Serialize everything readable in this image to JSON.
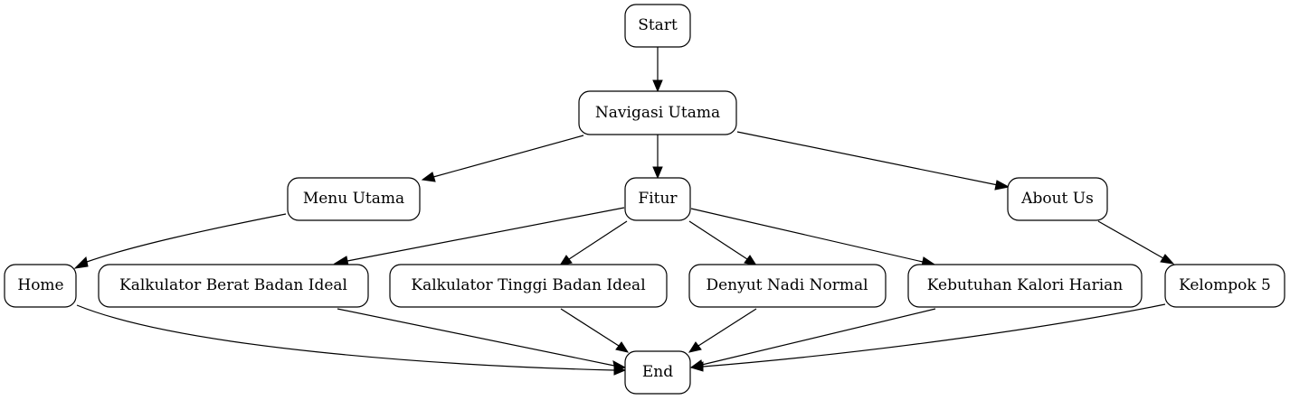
{
  "nodes": {
    "start": "Start",
    "nav": "Navigasi Utama",
    "menu": "Menu Utama",
    "fitur": "Fitur",
    "about": "About Us",
    "home": "Home",
    "kbbi": "Kalkulator Berat Badan Ideal",
    "ktbi": "Kalkulator Tinggi Badan Ideal",
    "dnn": "Denyut Nadi Normal",
    "kkh": "Kebutuhan Kalori Harian",
    "kel5": "Kelompok 5",
    "end": "End"
  },
  "edges": [
    {
      "from": "start",
      "to": "nav"
    },
    {
      "from": "nav",
      "to": "menu"
    },
    {
      "from": "nav",
      "to": "fitur"
    },
    {
      "from": "nav",
      "to": "about"
    },
    {
      "from": "menu",
      "to": "home"
    },
    {
      "from": "fitur",
      "to": "kbbi"
    },
    {
      "from": "fitur",
      "to": "ktbi"
    },
    {
      "from": "fitur",
      "to": "dnn"
    },
    {
      "from": "fitur",
      "to": "kkh"
    },
    {
      "from": "about",
      "to": "kel5"
    },
    {
      "from": "home",
      "to": "end"
    },
    {
      "from": "kbbi",
      "to": "end"
    },
    {
      "from": "ktbi",
      "to": "end"
    },
    {
      "from": "dnn",
      "to": "end"
    },
    {
      "from": "kkh",
      "to": "end"
    },
    {
      "from": "kel5",
      "to": "end"
    }
  ]
}
